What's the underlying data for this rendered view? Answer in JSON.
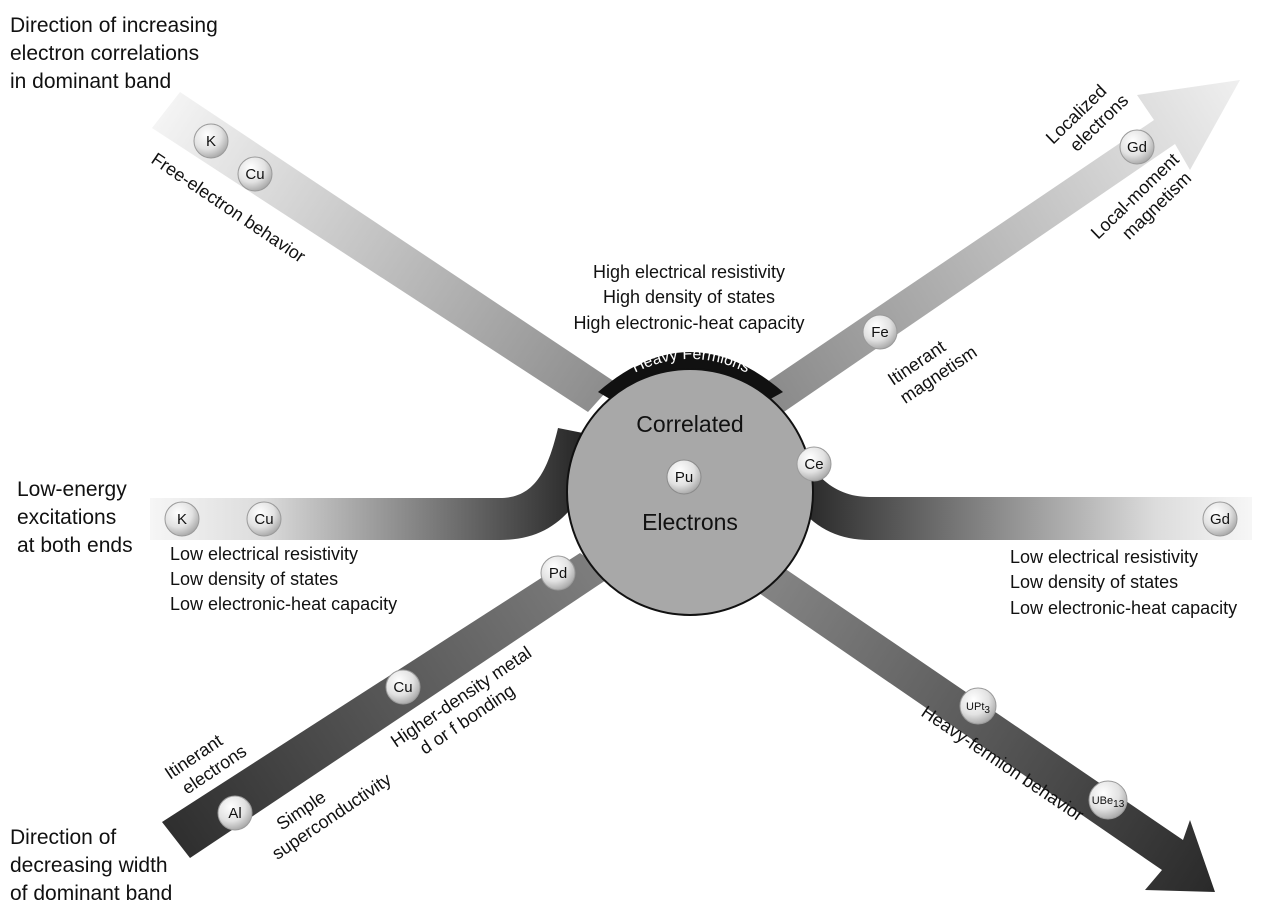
{
  "corner_labels": {
    "top_left": [
      "Direction of increasing",
      "electron correlations",
      "in dominant band"
    ],
    "left": [
      "Low-energy",
      "excitations",
      "at both ends"
    ],
    "bottom_left": [
      "Direction of",
      "decreasing width",
      "of dominant band"
    ]
  },
  "center": {
    "line1": "Correlated",
    "element": "Pu",
    "line2": "Electrons",
    "arc_label": "Heavy Fermions"
  },
  "top_properties": [
    "High electrical resistivity",
    "High density of states",
    "High electronic-heat capacity"
  ],
  "left_properties": [
    "Low electrical resistivity",
    "Low density of states",
    "Low electronic-heat capacity"
  ],
  "right_properties": [
    "Low electrical resistivity",
    "Low density of states",
    "Low electronic-heat capacity"
  ],
  "arrows": {
    "upper_left": {
      "label": "Free-electron behavior",
      "elements": [
        "K",
        "Cu"
      ]
    },
    "upper_right": {
      "label_end": [
        "Localized",
        "electrons"
      ],
      "label_moment": [
        "Local-moment",
        "magnetism"
      ],
      "label_itinerant": [
        "Itinerant",
        "magnetism"
      ],
      "elements": [
        "Gd",
        "Fe"
      ]
    },
    "left_band": {
      "elements": [
        "K",
        "Cu"
      ]
    },
    "right_band": {
      "elements": [
        "Ce",
        "Gd"
      ]
    },
    "lower_left": {
      "label_itinerant": [
        "Itinerant",
        "electrons"
      ],
      "label_simple": [
        "Simple",
        "superconductivity"
      ],
      "label_higher": [
        "Higher-density metal",
        "d or f bonding"
      ],
      "elements": [
        "Al",
        "Cu",
        "Pd"
      ]
    },
    "lower_right": {
      "label": "Heavy-fermion behavior",
      "elements": [
        "UPt3",
        "UBe13"
      ]
    }
  }
}
